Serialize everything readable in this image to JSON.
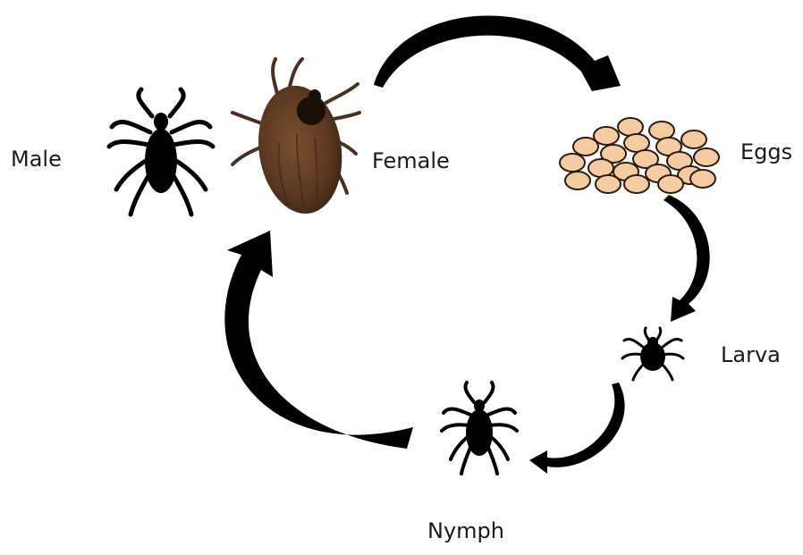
{
  "labels": {
    "male": "Male",
    "female": "Female",
    "eggs": "Eggs",
    "larva": "Larva",
    "nymph": "Nymph"
  },
  "colors": {
    "background": "#ffffff",
    "arrow": "#000000",
    "tick_silhouette": "#000000",
    "female_body": "#6b4426",
    "egg_fill": "#f5cba2",
    "egg_outline": "#2a1a10"
  },
  "icons": [
    "male-tick-icon",
    "female-tick-icon",
    "eggs-cluster-icon",
    "larva-tick-icon",
    "nymph-tick-icon"
  ]
}
